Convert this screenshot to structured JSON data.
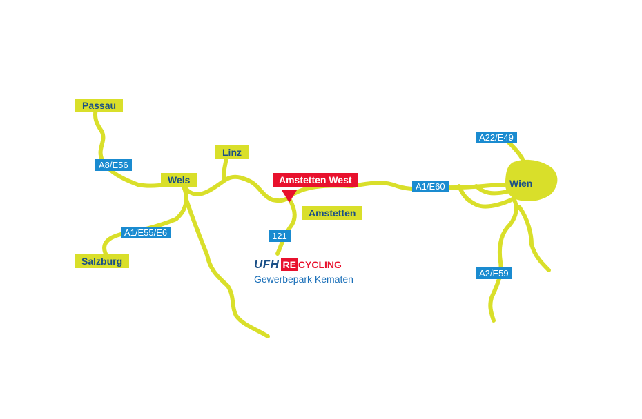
{
  "cities": {
    "passau": "Passau",
    "wels": "Wels",
    "linz": "Linz",
    "salzburg": "Salzburg",
    "amstetten": "Amstetten",
    "wien": "Wien"
  },
  "routes": {
    "a8_e56": "A8/E56",
    "a1_e55_e6": "A1/E55/E6",
    "a1_e60": "A1/E60",
    "a22_e49": "A22/E49",
    "a2_e59": "A2/E59",
    "road_121": "121"
  },
  "exit": {
    "label": "Amstetten West",
    "marker_icon": "location-triangle-icon"
  },
  "company": {
    "logo_ufh": "UFH",
    "logo_re": "RE",
    "logo_cycling": "CYCLING",
    "location": "Gewerbepark Kematen"
  },
  "colors": {
    "road": "#d9df2a",
    "city_label_text": "#1a4f86",
    "route_badge": "#1a8bd0",
    "exit_badge": "#e8112d"
  }
}
